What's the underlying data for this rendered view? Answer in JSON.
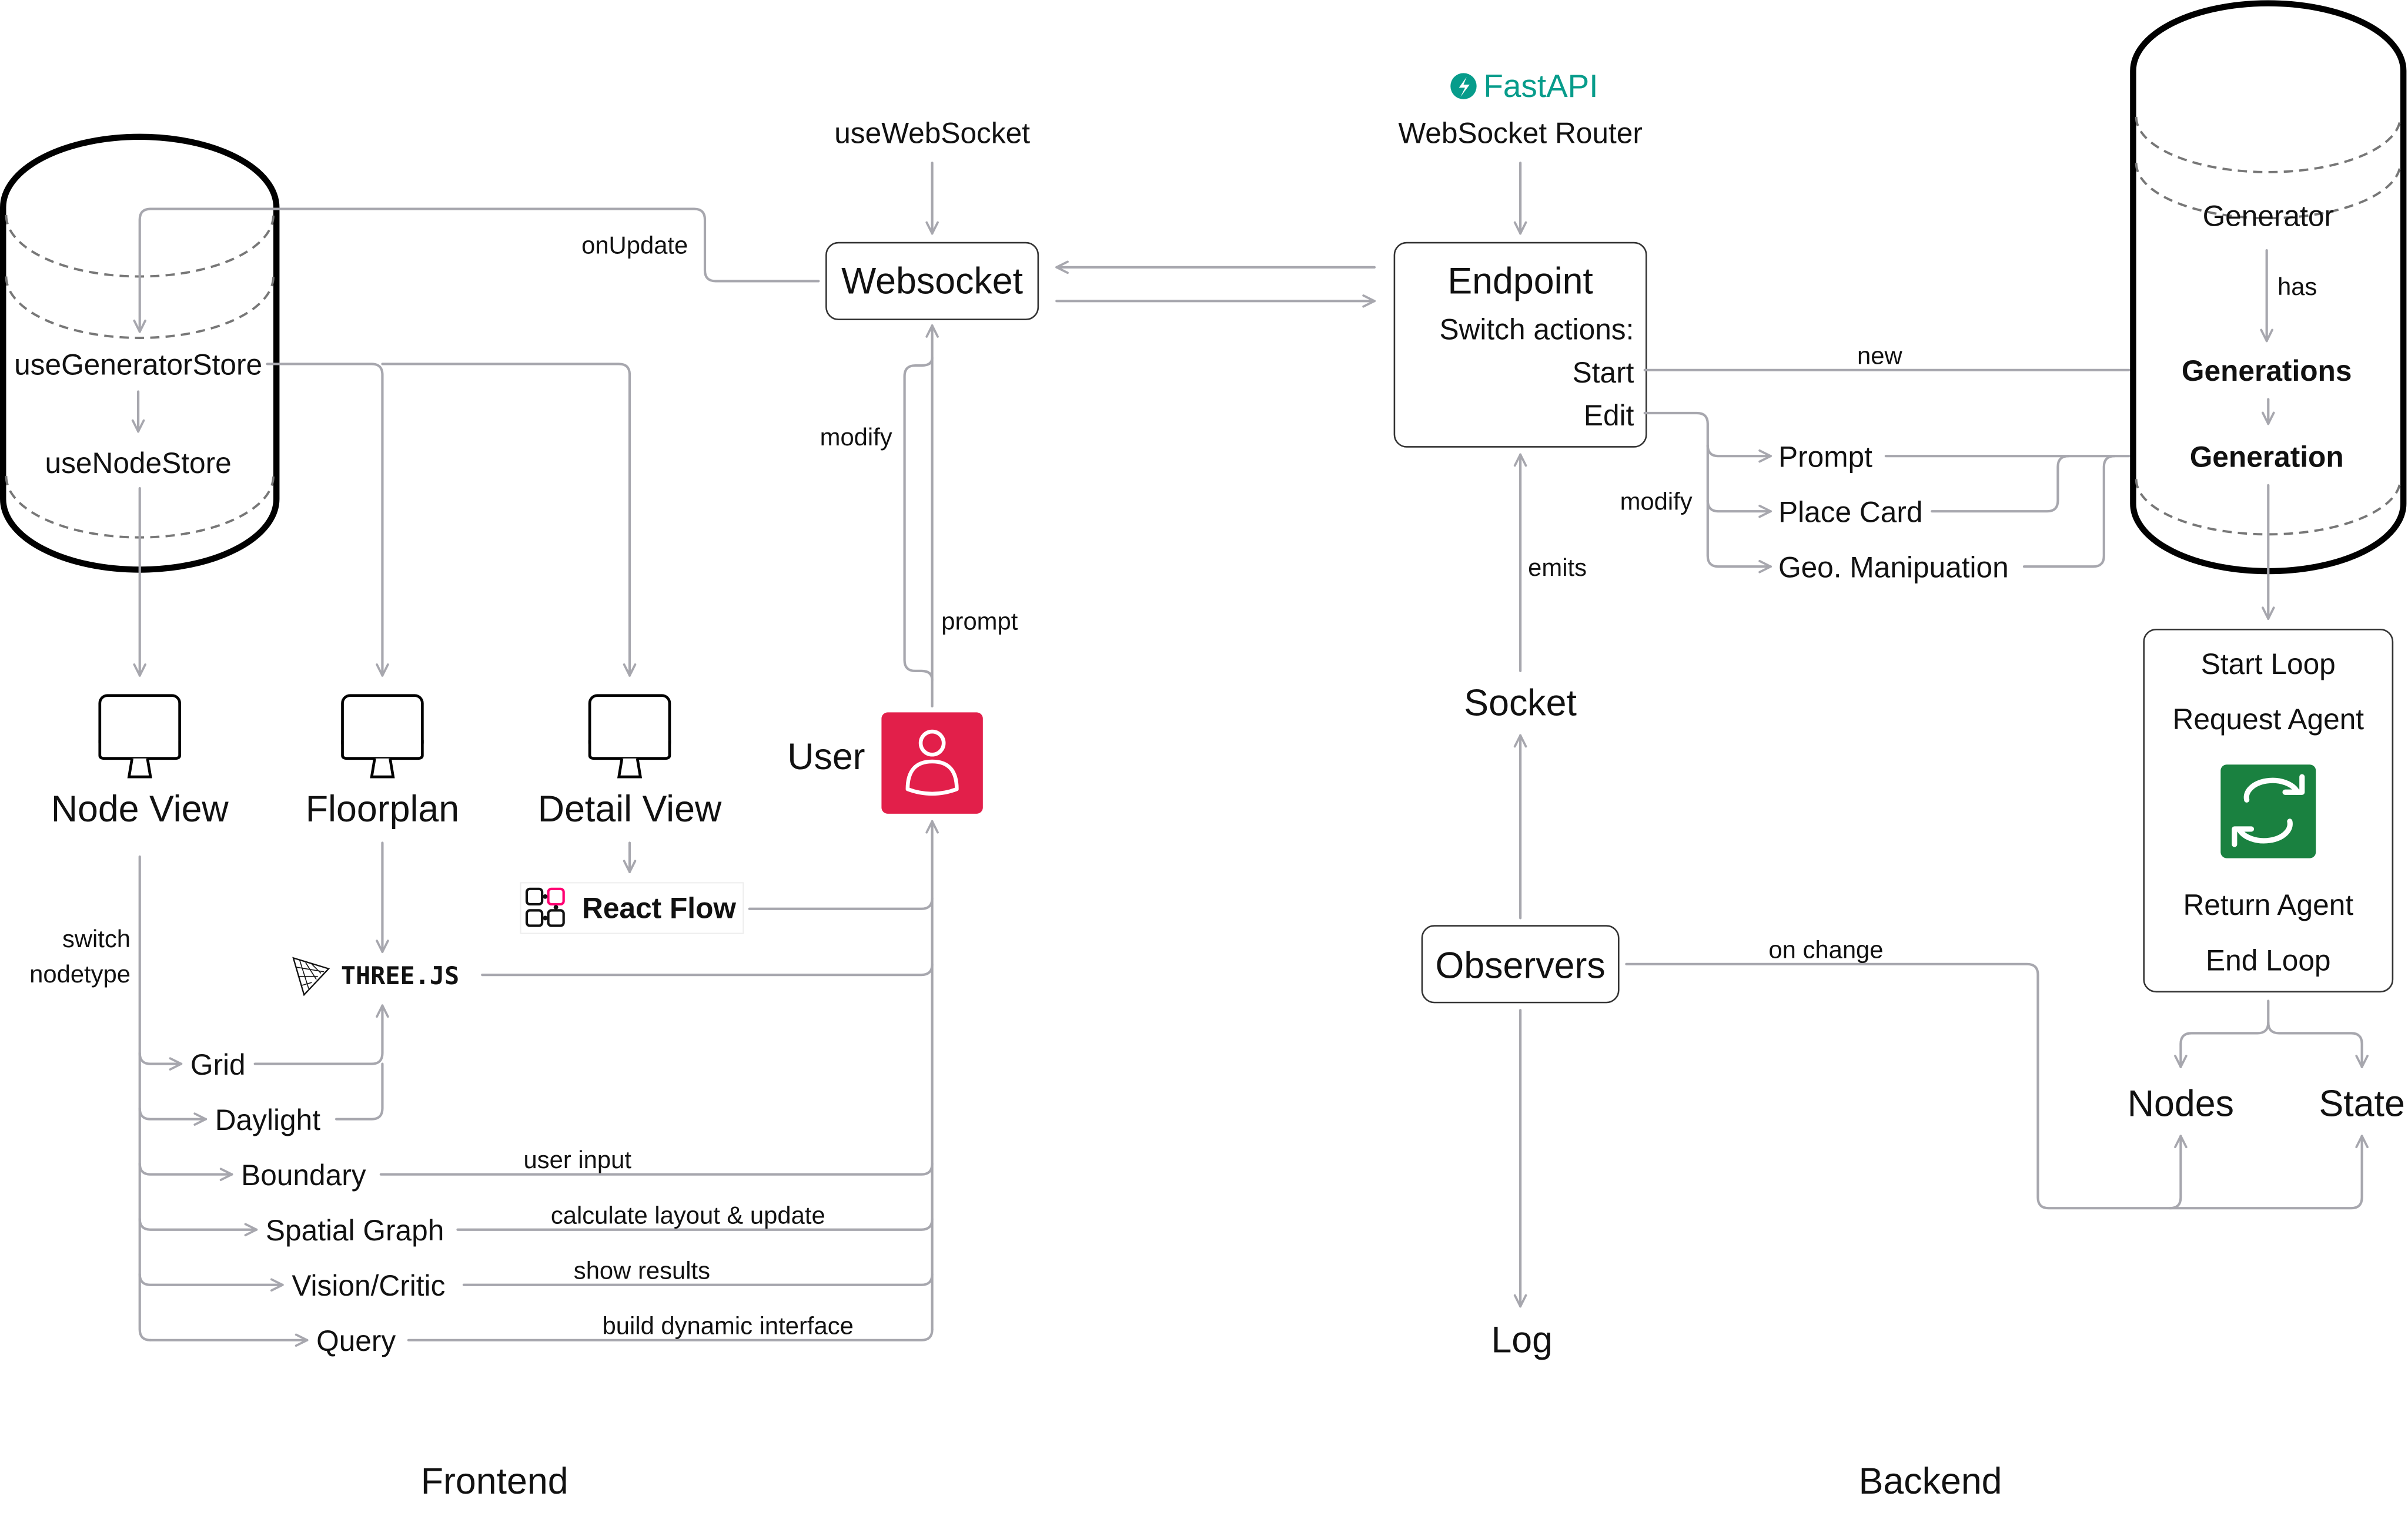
{
  "colors": {
    "edge": "#a7a7ae",
    "user_badge": "#e21f4a",
    "loop_badge": "#1a8140",
    "fastapi": "#079c8b",
    "reactflow_accent": "#ff0072"
  },
  "sections": {
    "frontend": "Frontend",
    "backend": "Backend"
  },
  "frontend": {
    "store": {
      "generator_store": "useGeneratorStore",
      "node_store": "useNodeStore"
    },
    "on_update_label": "onUpdate",
    "use_websocket_label": "useWebSocket",
    "websocket_label": "Websocket",
    "modify_label": "modify",
    "prompt_label": "prompt",
    "user_label": "User",
    "user_icon": "user-icon",
    "views": [
      {
        "label": "Node View",
        "icon": "monitor-icon"
      },
      {
        "label": "Floorplan",
        "icon": "monitor-icon"
      },
      {
        "label": "Detail View",
        "icon": "monitor-icon"
      }
    ],
    "react_flow_label": "React Flow",
    "threejs_label": "THREE.JS",
    "switch_nodetype": [
      "switch",
      "nodetype"
    ],
    "node_types": [
      {
        "label": "Grid",
        "edge_label": ""
      },
      {
        "label": "Daylight",
        "edge_label": ""
      },
      {
        "label": "Boundary",
        "edge_label": "user input"
      },
      {
        "label": "Spatial Graph",
        "edge_label": "calculate layout & update"
      },
      {
        "label": "Vision/Critic",
        "edge_label": "show results"
      },
      {
        "label": "Query",
        "edge_label": "build dynamic interface"
      }
    ]
  },
  "backend": {
    "fastapi_label": "FastAPI",
    "router_label": "WebSocket Router",
    "endpoint": {
      "title": "Endpoint",
      "subtitle": "Switch actions:",
      "actions": [
        "Start",
        "Edit"
      ]
    },
    "new_label": "new",
    "modify_label": "modify",
    "edit_actions": [
      "Prompt",
      "Place Card",
      "Geo. Manipuation"
    ],
    "emits_label": "emits",
    "socket_label": "Socket",
    "observers_label": "Observers",
    "on_change_label": "on change",
    "log_label": "Log",
    "store": {
      "generator": "Generator",
      "has_label": "has",
      "generations": "Generations",
      "generation": "Generation"
    },
    "loop": {
      "start": "Start Loop",
      "request": "Request Agent",
      "icon": "refresh-loop-icon",
      "return": "Return Agent",
      "end": "End Loop"
    },
    "outputs": [
      "Nodes",
      "State"
    ]
  }
}
